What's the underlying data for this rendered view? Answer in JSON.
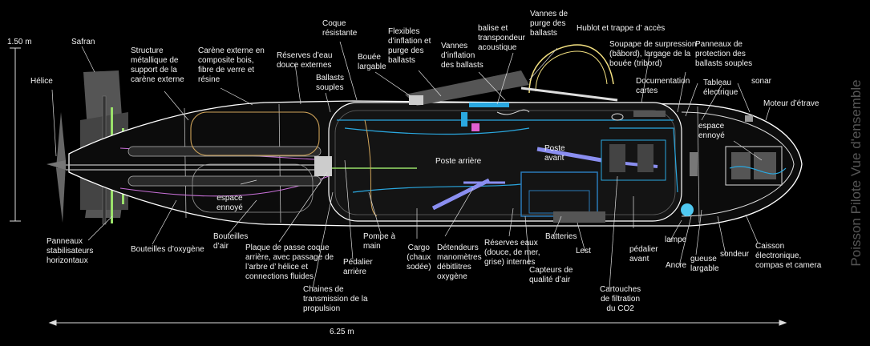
{
  "title": "Poisson Pilote Vue d'ensemble",
  "dimensions": {
    "height": "1.50 m",
    "length": "6.25 m"
  },
  "labels": {
    "helice": "Hélice",
    "safran": "Safran",
    "structure": "Structure\nmétallique de\nsupport de la\ncarène externe",
    "carene": "Carène externe en\ncomposite bois,\nfibre de verre et\nrésine",
    "reserves_douce_ext": "Réserves d’eau\ndouce externes",
    "coque": "Coque\nrésistante",
    "ballasts_souples": "Ballasts\nsouples",
    "bouee": "Bouée\nlargable",
    "flexibles": "Flexibles\nd’inflation et\npurge des\nballasts",
    "vannes_inflation": "Vannes\nd’inflation\ndes ballasts",
    "balise": "balise et\ntranspondeur\nacoustique",
    "vannes_purge": "Vannes de\npurge des\nballasts",
    "hublot": "Hublot et trappe d’ accès",
    "soupape": "Soupape de surpression\n(bâbord), largage de la\nbouée (tribord)",
    "panneaux_protection": "Panneaux de\nprotection des\nballasts souples",
    "documentation": "Documentation\ncartes",
    "tableau": "Tableau\nélectrique",
    "sonar": "sonar",
    "moteur_etrave": "Moteur d’étrave",
    "espace_ennoye_avant": "espace\nennoyé",
    "poste_arriere": "Poste arrière",
    "poste_avant": "Poste\navant",
    "espace_ennoye_arriere": "espace\nennoyé",
    "panneaux_stab": "Panneaux\nstabilisateurs\nhorizontaux",
    "bouteilles_oxygene": "Bouteilles d’oxygène",
    "bouteilles_air": "Bouteilles\nd’air",
    "plaque": "Plaque de passe coque\narrière, avec passage de\nl’arbre d’ hélice et\nconnections fluides",
    "chaines": "Chaines de\ntransmission de la\npropulsion",
    "pedalier_arriere": "Pédalier\narrière",
    "pompe": "Pompe à\nmain",
    "cargo": "Cargo\n(chaux\nsodée)",
    "detendeurs": "Détendeurs\nmanomètres\ndébitlitres\noxygène",
    "reserves_eaux": "Réserves eaux\n(douce, de mer,\ngrise) internes",
    "capteurs": "Capteurs de\nqualité d’air",
    "batteries": "Batteries",
    "lest": "Lest",
    "cartouches": "Cartouches\nde filtration\ndu CO2",
    "pedalier_avant": "pédalier\navant",
    "lampe": "lampe",
    "ancre": "Ancre",
    "gueuse": "gueuse\nlargable",
    "sondeur": "sondeur",
    "caisson": "Caisson\nélectronique,\ncompas et camera"
  },
  "colors": {
    "background": "#000000",
    "hull": "#ffffff",
    "fluid_lines": "#2aa8e0",
    "oxygen": "#c870d8",
    "structure": "#9ae06a",
    "wood": "#d0a45a",
    "electric": "#8a8ef0",
    "battery": "#2a7ab8",
    "lamp": "#4fc8f0"
  }
}
